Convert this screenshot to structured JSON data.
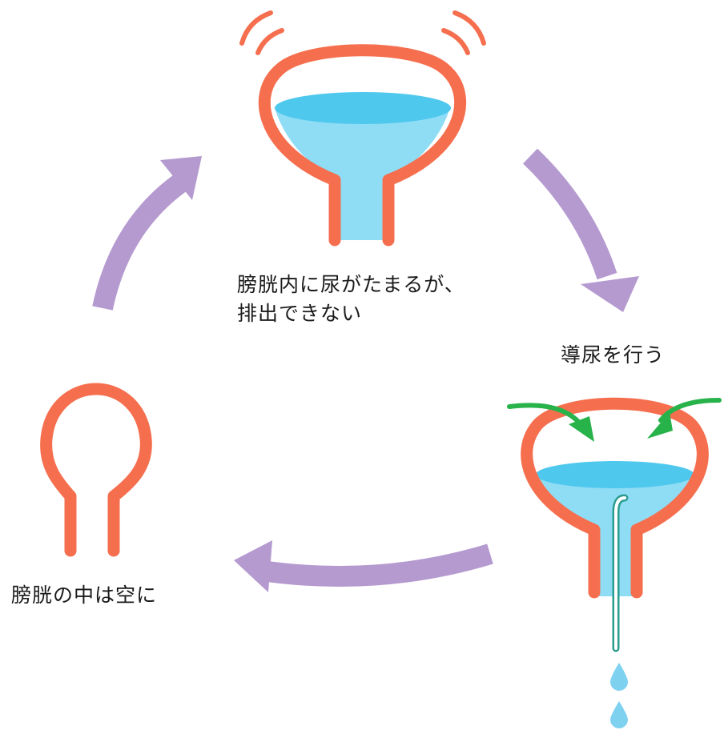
{
  "labels": {
    "full_line1": "膀胱内に尿がたまるが、",
    "full_line2": "排出できない",
    "catheterization": "導尿を行う",
    "empty": "膀胱の中は空に"
  },
  "colors": {
    "bladder_wall": "#f56f4f",
    "urine_dark": "#4fc8ee",
    "urine_light": "#8fdcf5",
    "cycle_arrow": "#b59ad0",
    "pressure_arrow": "#27b24a",
    "catheter": "#2a9d8f",
    "drop": "#7fd1f0"
  },
  "icons": {
    "vibration": "vibration-lines-icon",
    "cycle_arrow": "curved-arrow-icon",
    "pressure_arrow": "curved-green-arrow-icon",
    "drop": "water-drop-icon"
  }
}
